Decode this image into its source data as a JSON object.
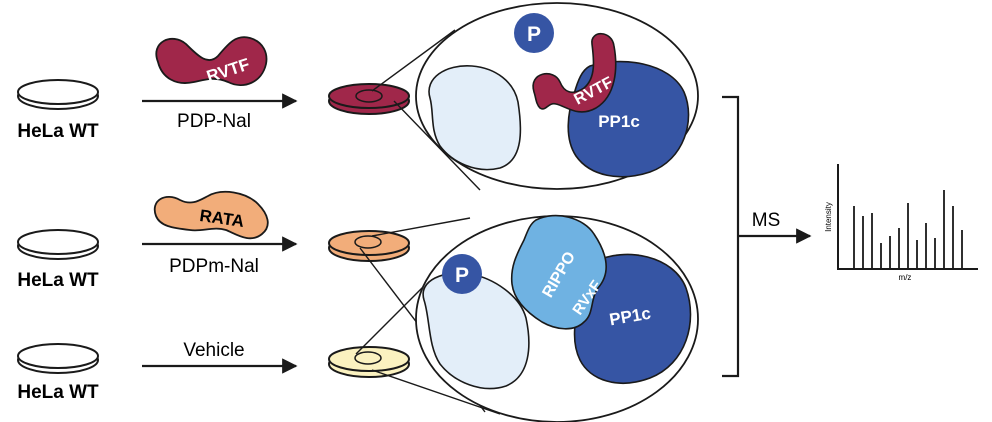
{
  "colors": {
    "maroon": "#A0274A",
    "peach": "#F2AD7A",
    "cream": "#FBF2C0",
    "navy": "#3655A4",
    "light_blue": "#E3EEF9",
    "mid_blue": "#6FB2E2",
    "outline": "#1a1a1a"
  },
  "rows": [
    {
      "cell_label": "HeLa WT",
      "treatment": "PDP-Nal",
      "peptide_text": "RVTF"
    },
    {
      "cell_label": "HeLa WT",
      "treatment": "PDPm-Nal",
      "peptide_text": "RATA"
    },
    {
      "cell_label": "HeLa WT",
      "treatment": "Vehicle"
    }
  ],
  "zoom_top": {
    "phosphatase_label": "P",
    "peptide_text": "RVTF",
    "pp1_label": "PP1c"
  },
  "zoom_bottom": {
    "phosphatase_label": "P",
    "rippo_label": "RIPPO",
    "motif_label": "RVxF",
    "pp1_label": "PP1c"
  },
  "ms": {
    "label": "MS",
    "ylabel": "Intensity",
    "xlabel": "m/z",
    "peaks": [
      0.62,
      0.52,
      0.55,
      0.25,
      0.32,
      0.4,
      0.65,
      0.28,
      0.45,
      0.3,
      0.78,
      0.62,
      0.38
    ]
  }
}
